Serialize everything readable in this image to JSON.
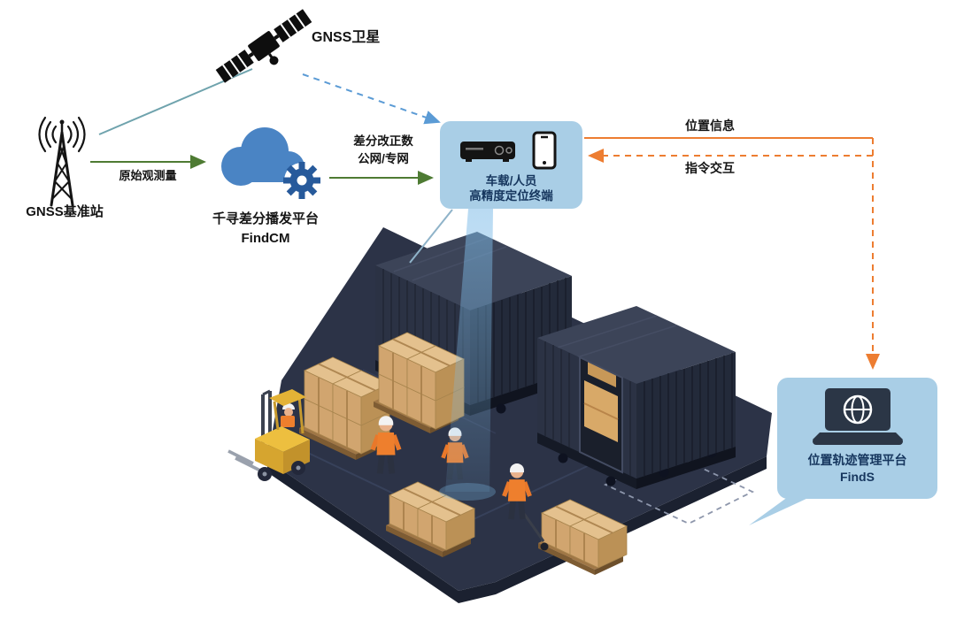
{
  "nodes": {
    "satellite": {
      "label": "GNSS卫星",
      "icon": "satellite-icon"
    },
    "base_station": {
      "label": "GNSS基准站",
      "icon": "radio-tower-icon"
    },
    "cloud_platform": {
      "line1": "千寻差分播发平台",
      "line2": "FindCM",
      "icon": "cloud-gear-icon"
    },
    "terminal": {
      "line1": "车载/人员",
      "line2": "高精度定位终端",
      "icon": "receiver-and-phone-icons"
    },
    "finds_platform": {
      "line1": "位置轨迹管理平台",
      "line2": "FindS",
      "icon": "laptop-globe-icon"
    }
  },
  "edges": {
    "raw_observation": {
      "label": "原始观测量",
      "style": "solid-arrow",
      "color": "#4e7b33"
    },
    "corrections": {
      "line1": "差分改正数",
      "line2": "公网/专网",
      "style": "solid-arrow",
      "color": "#4e7b33"
    },
    "location_info": {
      "label": "位置信息",
      "style": "solid",
      "color": "#ed7d31"
    },
    "command_interaction": {
      "label": "指令交互",
      "style": "dashed-arrow",
      "color": "#ed7d31"
    },
    "satellite_to_terminal": {
      "style": "dashed-arrow",
      "color": "#5b9bd5"
    },
    "satellite_to_base": {
      "style": "solid",
      "color": "#6fa3ad"
    }
  },
  "scene": {
    "description": "isometric warehouse yard with two containers, pallet stacks, forklift and workers",
    "beam": "blue positioning beam from terminal to yard"
  },
  "colors": {
    "bubble_bg": "#a9cee6",
    "bubble_text": "#16365e",
    "cloud_blue": "#4a84c4",
    "gear_blue": "#275a9b",
    "green_arrow": "#4e7b33",
    "orange_arrow": "#ed7d31",
    "blue_dashed": "#5b9bd5",
    "teal_link": "#6fa3ad",
    "platform_dark": "#2c3347",
    "container_dark": "#2b3244",
    "box_tan": "#d1a56f",
    "forklift_yellow": "#edbf3f",
    "beam_blue": "#7fbce8"
  }
}
